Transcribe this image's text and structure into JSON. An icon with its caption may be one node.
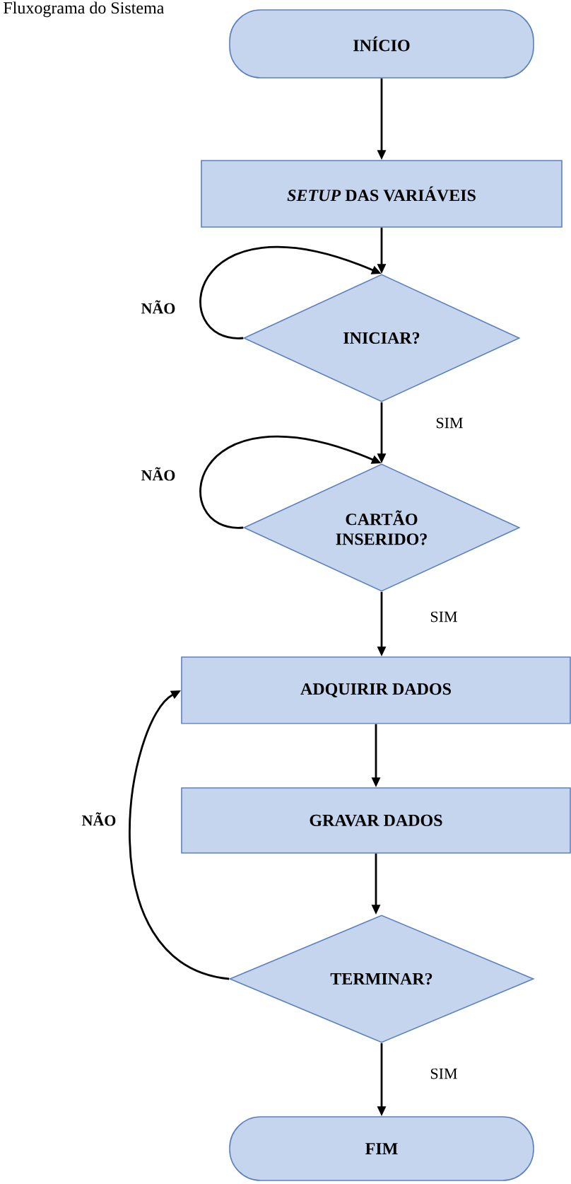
{
  "diagram": {
    "title": "Fluxograma do Sistema",
    "nodes": [
      {
        "text": [
          "INÍCIO"
        ]
      },
      {
        "text": [
          "*SETUP* DAS VARIÁVEIS"
        ]
      },
      {
        "text": [
          "INICIAR?"
        ]
      },
      {
        "text": [
          "CARTÃO INSERIDO?"
        ]
      },
      {
        "text": [
          "ADQUIRIR  DADOS"
        ]
      },
      {
        "text": [
          "GRAVAR  DADOS"
        ]
      },
      {
        "text": [
          "TERMINAR?"
        ]
      },
      {
        "text": [
          "FIM"
        ]
      }
    ],
    "edges": [
      {
        "from": 0,
        "to": 1,
        "arrow": "to"
      },
      {
        "from": 1,
        "to": 2,
        "arrow": "to"
      },
      {
        "from": 2,
        "to": 2,
        "arrow": "to",
        "label": "NÃO"
      },
      {
        "from": 2,
        "to": 3,
        "arrow": "to",
        "label": "SIM"
      },
      {
        "from": 3,
        "to": 3,
        "arrow": "to",
        "label": "NÃO"
      },
      {
        "from": 3,
        "to": 4,
        "arrow": "to",
        "label": "SIM"
      },
      {
        "from": 4,
        "to": 5,
        "arrow": "to"
      },
      {
        "from": 5,
        "to": 6,
        "arrow": "to"
      },
      {
        "from": 6,
        "to": 4,
        "arrow": "to",
        "label": "NÃO"
      },
      {
        "from": 6,
        "to": 7,
        "arrow": "to",
        "label": "SIM"
      }
    ]
  }
}
